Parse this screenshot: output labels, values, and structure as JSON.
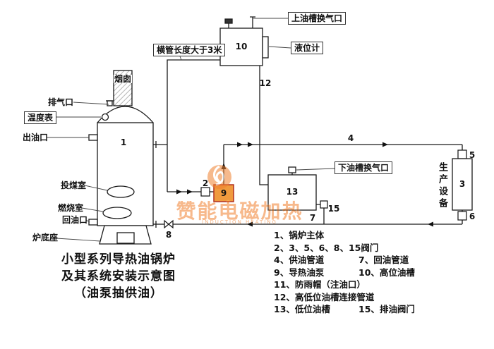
{
  "watermark": {
    "brand": "赞能电磁加热",
    "subtext": "INDUCTION HEATING"
  },
  "title": {
    "line1": "小型系列导热油锅炉",
    "line2": "及其系统安装示意图",
    "line3": "（油泵抽供油）"
  },
  "callouts": {
    "top_vent": "上油槽换气口",
    "level_gauge": "液位计",
    "horizontal_pipe_note": "横管长度大于3米",
    "bottom_vent": "下油槽换气口",
    "production_equipment": "生产设备",
    "chimney": "烟囱",
    "exhaust_port": "排气口",
    "thermometer": "温度表",
    "oil_outlet": "出油口",
    "coal_chamber": "投煤室",
    "combustion_chamber": "燃烧室",
    "oil_return_port": "回油口",
    "furnace_base": "炉底座"
  },
  "numbers": {
    "n1": "1",
    "n2": "2",
    "n3": "3",
    "n4": "4",
    "n5": "5",
    "n6": "6",
    "n7": "7",
    "n8": "8",
    "n9": "9",
    "n10": "10",
    "n12": "12",
    "n13": "13",
    "n15": "15"
  },
  "legend": {
    "r1": "1、锅炉主体",
    "r2": "2、3、5、6、8、15阀门",
    "r3c1": "4、供油管道",
    "r3c2": "7、回油管道",
    "r4c1": "9、导热油泵",
    "r4c2": "10、高位油槽",
    "r5": "11、防雨帽（注油口）",
    "r6": "12、高低位油槽连接管道",
    "r7c1": "13、低位油槽",
    "r7c2": "15、排油阀门"
  },
  "colors": {
    "pipe": "#1a1a1a",
    "pump_fill": "#f09a3e",
    "pump_border": "#b03020",
    "watermark": "#f0761c"
  }
}
